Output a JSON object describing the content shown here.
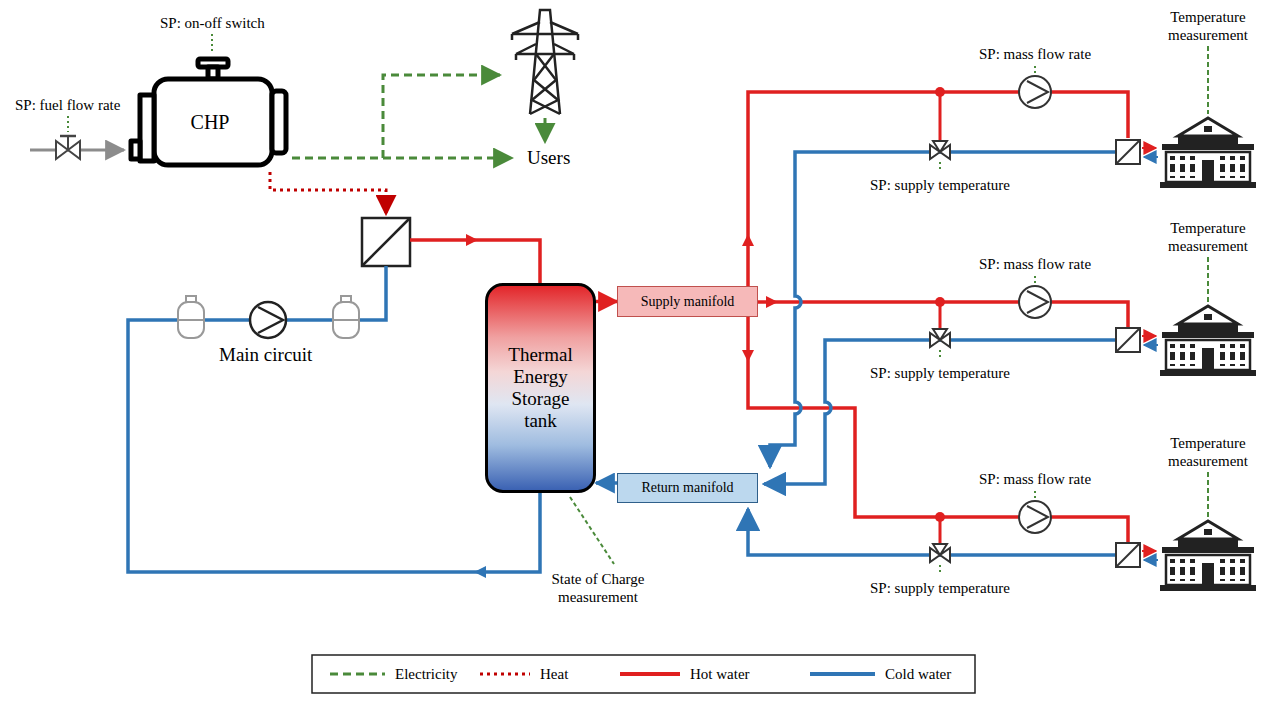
{
  "diagram": {
    "nodes": [
      {
        "text": [
          "CHP"
        ]
      },
      {
        "text": [
          "Thermal Energy Storage tank"
        ]
      },
      {
        "text": [
          "Supply manifold"
        ]
      },
      {
        "text": [
          "Return manifold"
        ]
      }
    ],
    "edges": [
      {
        "from": 1,
        "to": 2,
        "arrow": "to"
      },
      {
        "from": 3,
        "to": 1,
        "arrow": "to"
      }
    ],
    "labels": [
      "SP: fuel flow rate",
      "SP: on-off switch",
      "Users",
      "Main circuit",
      "State of Charge measurement",
      "SP: mass flow rate",
      "SP: supply temperature",
      "Temperature measurement",
      "SP: mass flow rate",
      "SP: supply temperature",
      "Temperature measurement",
      "SP: mass flow rate",
      "SP: supply temperature",
      "Temperature measurement"
    ],
    "legend": [
      {
        "text": "Electricity"
      },
      {
        "text": "Heat"
      },
      {
        "text": "Hot water"
      },
      {
        "text": "Cold water"
      }
    ]
  }
}
